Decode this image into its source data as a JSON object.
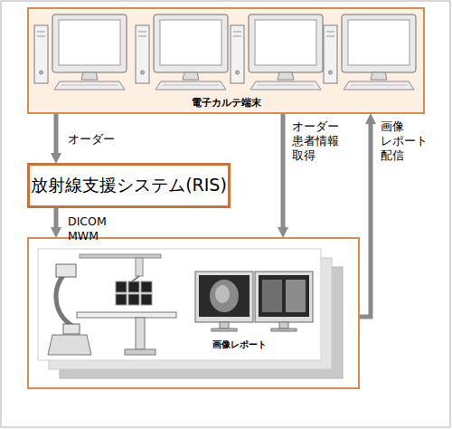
{
  "diagram": {
    "nodes": [
      {
        "text": [
          "電子カルテ端末"
        ]
      },
      {
        "text": [
          "放射線支援システム(RIS)"
        ]
      },
      {
        "text": [
          "画像レポート"
        ]
      }
    ],
    "edges": [
      {
        "from": 0,
        "to": 1,
        "arrow": "to",
        "label": "オーダー"
      },
      {
        "from": 1,
        "to": 2,
        "arrow": "to",
        "label": "DICOM MWM"
      },
      {
        "from": 0,
        "to": 2,
        "arrow": "to",
        "label": "オーダー 患者情報 取得"
      },
      {
        "from": 2,
        "to": 0,
        "arrow": "to",
        "label": "画像 レポート 配信"
      }
    ]
  }
}
